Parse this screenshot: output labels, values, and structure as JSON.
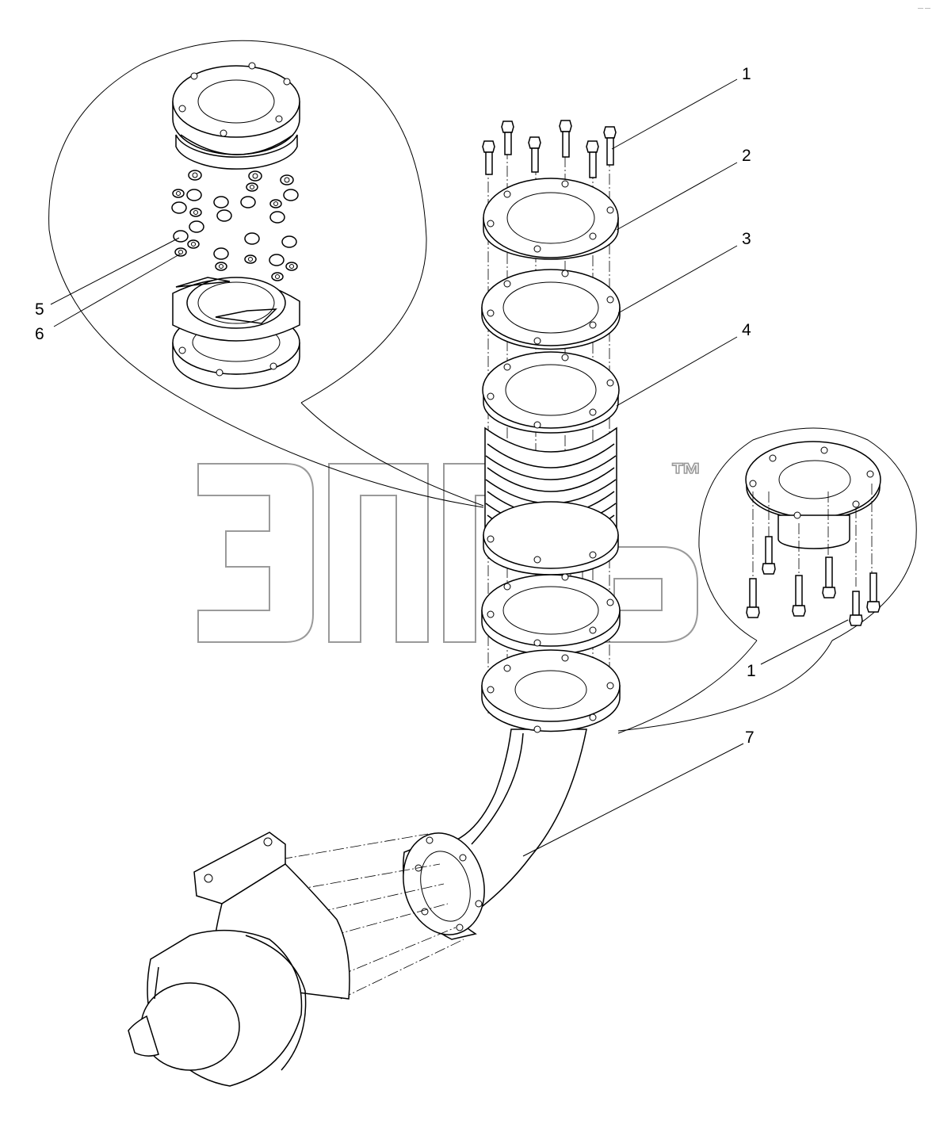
{
  "drawing": {
    "callouts": [
      {
        "id": "c1a",
        "label": "1"
      },
      {
        "id": "c2",
        "label": "2"
      },
      {
        "id": "c3",
        "label": "3"
      },
      {
        "id": "c4",
        "label": "4"
      },
      {
        "id": "c5",
        "label": "5"
      },
      {
        "id": "c6",
        "label": "6"
      },
      {
        "id": "c1b",
        "label": "1"
      },
      {
        "id": "c7",
        "label": "7"
      }
    ],
    "watermark": {
      "trademark": "™"
    },
    "corner_mark": "— —"
  },
  "colors": {
    "line": "#000000",
    "watermark_outline": "#9a9a9a",
    "background": "#ffffff"
  }
}
